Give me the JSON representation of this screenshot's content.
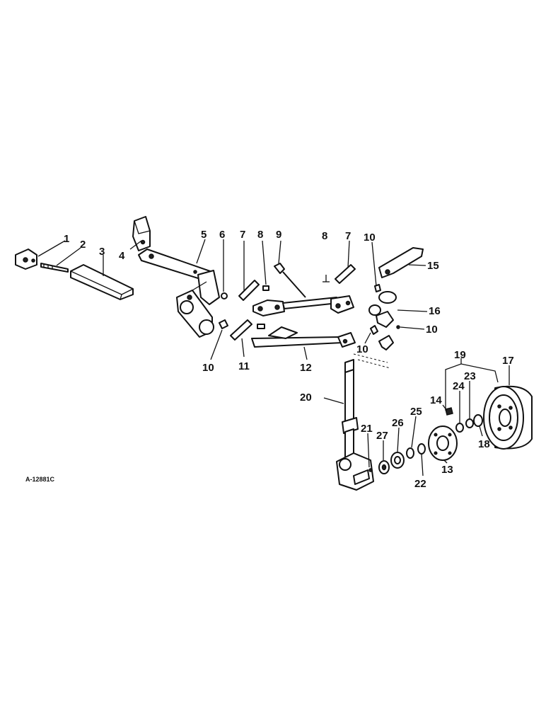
{
  "figure_code": "A-12881C",
  "callouts": [
    {
      "id": "c1",
      "label": "1"
    },
    {
      "id": "c2",
      "label": "2"
    },
    {
      "id": "c3",
      "label": "3"
    },
    {
      "id": "c4",
      "label": "4"
    },
    {
      "id": "c5",
      "label": "5"
    },
    {
      "id": "c6",
      "label": "6"
    },
    {
      "id": "c7a",
      "label": "7"
    },
    {
      "id": "c8a",
      "label": "8"
    },
    {
      "id": "c9",
      "label": "9"
    },
    {
      "id": "c8b",
      "label": "8"
    },
    {
      "id": "c7b",
      "label": "7"
    },
    {
      "id": "c10a",
      "label": "10"
    },
    {
      "id": "c15",
      "label": "15"
    },
    {
      "id": "c16",
      "label": "16"
    },
    {
      "id": "c10b",
      "label": "10"
    },
    {
      "id": "c10c",
      "label": "10"
    },
    {
      "id": "c10d",
      "label": "10"
    },
    {
      "id": "c11",
      "label": "11"
    },
    {
      "id": "c12",
      "label": "12"
    },
    {
      "id": "c19",
      "label": "19"
    },
    {
      "id": "c17",
      "label": "17"
    },
    {
      "id": "c20",
      "label": "20"
    },
    {
      "id": "c23",
      "label": "23"
    },
    {
      "id": "c24",
      "label": "24"
    },
    {
      "id": "c14",
      "label": "14"
    },
    {
      "id": "c25",
      "label": "25"
    },
    {
      "id": "c26",
      "label": "26"
    },
    {
      "id": "c21",
      "label": "21"
    },
    {
      "id": "c27",
      "label": "27"
    },
    {
      "id": "c18",
      "label": "18"
    },
    {
      "id": "c13",
      "label": "13"
    },
    {
      "id": "c22",
      "label": "22"
    }
  ]
}
